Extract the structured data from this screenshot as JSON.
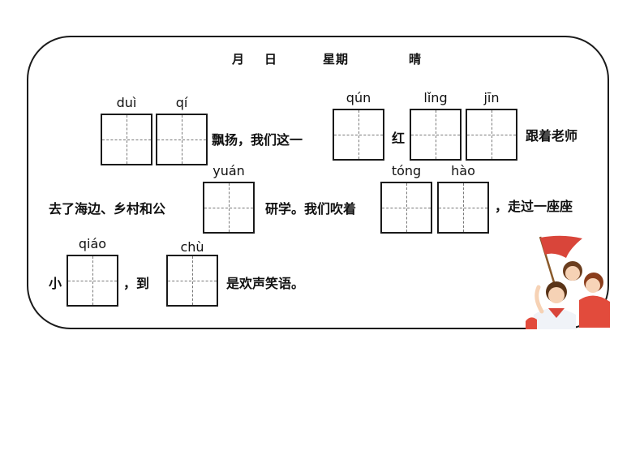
{
  "header": {
    "month": "月",
    "day": "日",
    "weekday": "星期",
    "weather": "晴"
  },
  "line1": {
    "after_blanks_1": "飘扬，我们这一",
    "after_blank_3": "红",
    "after_blanks_2": "跟着老师"
  },
  "line2": {
    "before_blank_1": "去了海边、乡村和公",
    "after_blank_1": "研学。我们吹着",
    "after_blanks_2": "，走过一座座"
  },
  "line3": {
    "before_blank_1": "小",
    "after_blank_1": "，到",
    "after_blank_2": "是欢声笑语。"
  },
  "blanks": [
    {
      "pinyin": "duì"
    },
    {
      "pinyin": "qí"
    },
    {
      "pinyin": "qún"
    },
    {
      "pinyin": "lǐng"
    },
    {
      "pinyin": "jīn"
    },
    {
      "pinyin": "yuán"
    },
    {
      "pinyin": "tóng"
    },
    {
      "pinyin": "hào"
    },
    {
      "pinyin": "qiáo"
    },
    {
      "pinyin": "chù"
    }
  ],
  "colors": {
    "border": "#1a1a1a",
    "flag": "#d9453a"
  },
  "decor": {
    "illustration": "children-waving-red-flag-icon"
  }
}
